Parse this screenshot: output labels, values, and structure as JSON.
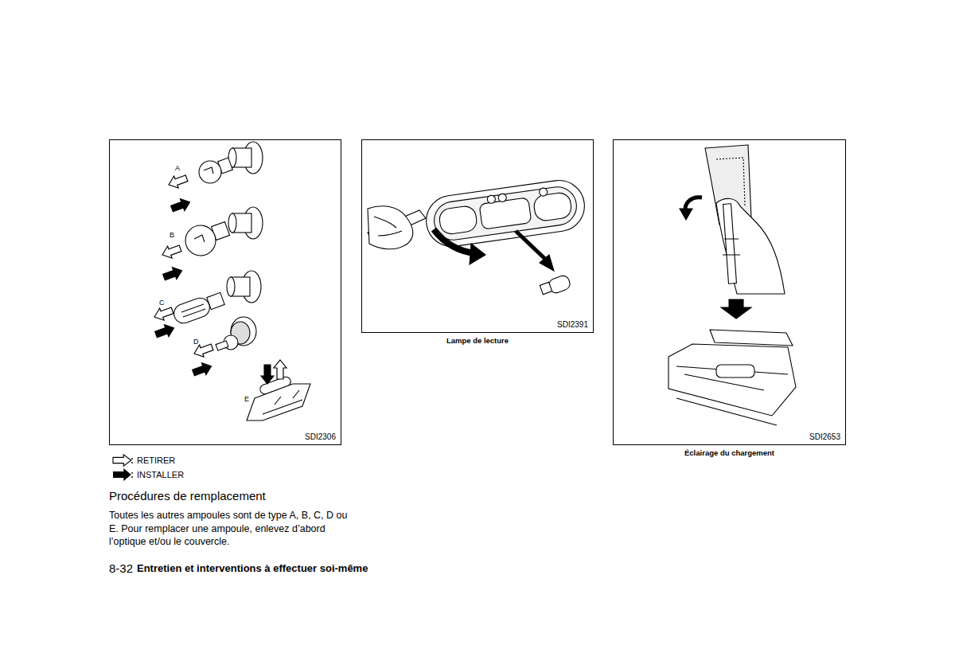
{
  "diagram": {
    "title": "Procédures de remplacement",
    "nodes": [
      {
        "text": [
          "SDI2306"
        ]
      },
      {
        "text": [
          "SDI2391",
          "Lampe de lecture"
        ]
      },
      {
        "text": [
          "SDI2653",
          "Éclairage du chargement"
        ]
      }
    ],
    "labels": [
      "A",
      "B",
      "C",
      "D",
      "E",
      "Toutes les autres ampoules sont de type A, B, C, D ou E. Pour remplacer une ampoule, enlevez d’abord l’optique et/ou le couvercle.",
      "8-32",
      "Entretien et interventions à effectuer soi-même"
    ],
    "legend": [
      {
        "text": "RETIRER"
      },
      {
        "text": "INSTALLER"
      }
    ]
  }
}
